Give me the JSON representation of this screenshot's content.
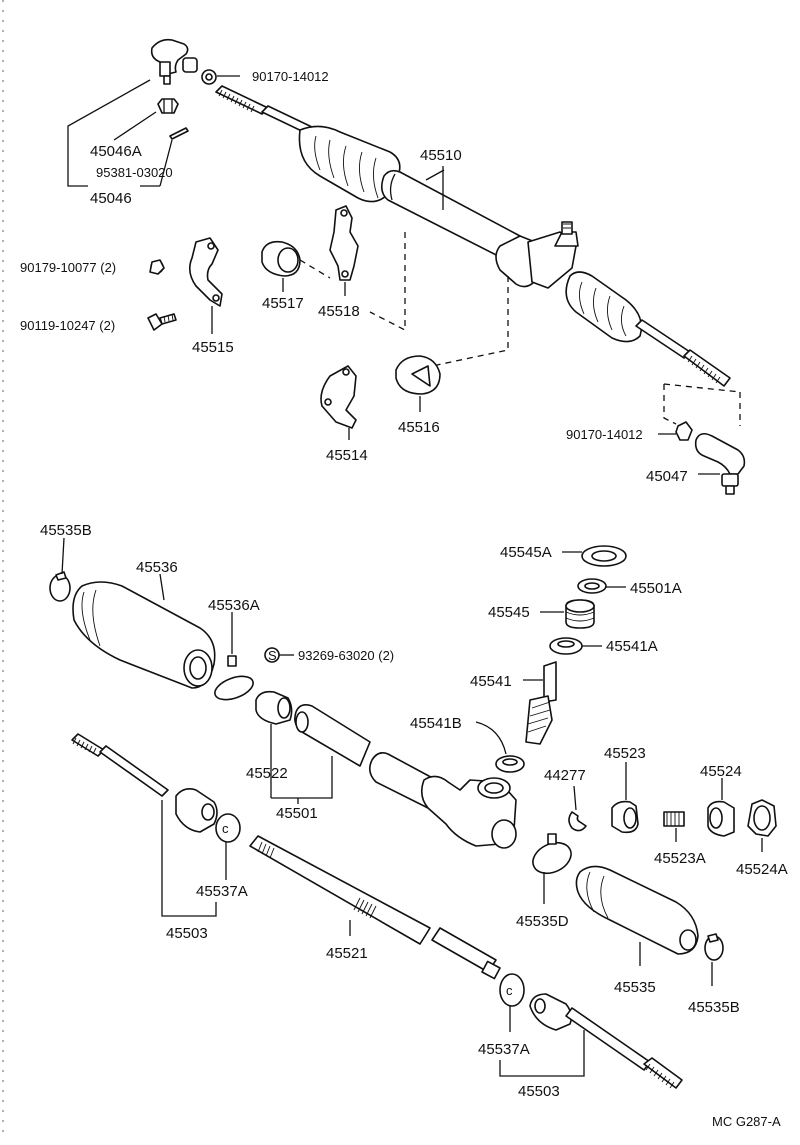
{
  "diagram": {
    "code": "MC  G287-A",
    "labels": {
      "p90170_14012_top": "90170-14012",
      "p45046A": "45046A",
      "p95381_03020": "95381-03020",
      "p45046": "45046",
      "p45510": "45510",
      "p90179_10077": "90179-10077 (2)",
      "p90119_10247": "90119-10247 (2)",
      "p45517": "45517",
      "p45518": "45518",
      "p45515": "45515",
      "p45516": "45516",
      "p45514": "45514",
      "p90170_14012_right": "90170-14012",
      "p45047": "45047",
      "p45535B_top": "45535B",
      "p45536": "45536",
      "p45536A": "45536A",
      "p93269_63020": "93269-63020 (2)",
      "p45545A": "45545A",
      "p45501A": "45501A",
      "p45545": "45545",
      "p45541A": "45541A",
      "p45541": "45541",
      "p45541B": "45541B",
      "p44277": "44277",
      "p45523": "45523",
      "p45524": "45524",
      "p45522": "45522",
      "p45501": "45501",
      "p45537A_left": "45537A",
      "p45503_left": "45503",
      "p45521": "45521",
      "p45535D": "45535D",
      "p45523A": "45523A",
      "p45524A": "45524A",
      "p45535": "45535",
      "p45535B_bottom": "45535B",
      "p45537A_bottom": "45537A",
      "p45503_bottom": "45503",
      "s_mark": "S"
    }
  }
}
